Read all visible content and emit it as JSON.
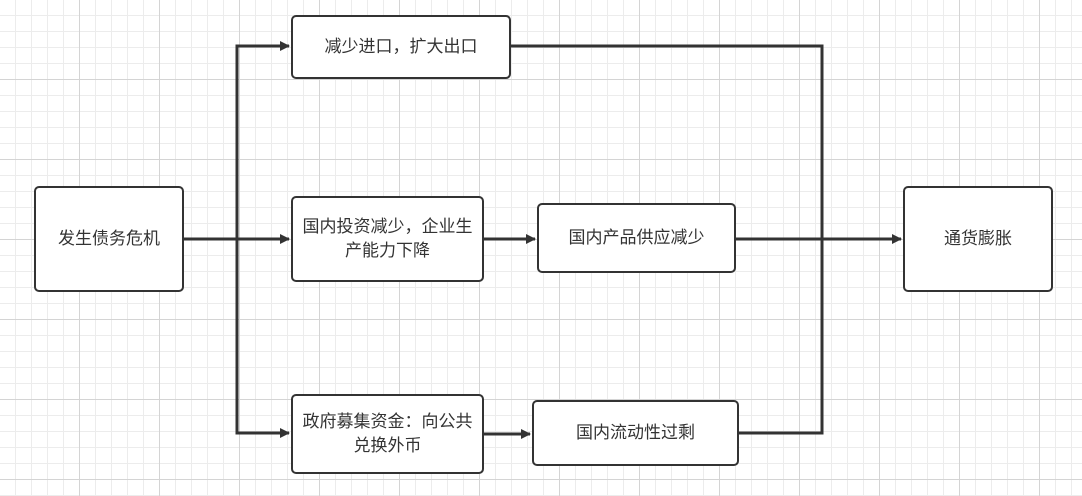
{
  "nodes": {
    "crisis": "发生债务危机",
    "trade": "减少进口，扩大出口",
    "invest": "国内投资减少，企业生产能力下降",
    "gov": "政府募集资金：向公共兑换外币",
    "supply": "国内产品供应减少",
    "liquidity": "国内流动性过剩",
    "inflation": "通货膨胀"
  },
  "edges": [
    {
      "from": "crisis",
      "to": "trade"
    },
    {
      "from": "crisis",
      "to": "invest"
    },
    {
      "from": "crisis",
      "to": "gov"
    },
    {
      "from": "invest",
      "to": "supply"
    },
    {
      "from": "gov",
      "to": "liquidity"
    },
    {
      "from": "trade",
      "to": "inflation"
    },
    {
      "from": "supply",
      "to": "inflation"
    },
    {
      "from": "liquidity",
      "to": "inflation"
    }
  ],
  "colors": {
    "stroke": "#333333",
    "grid": "#d4d4d4",
    "background": "#ffffff"
  }
}
